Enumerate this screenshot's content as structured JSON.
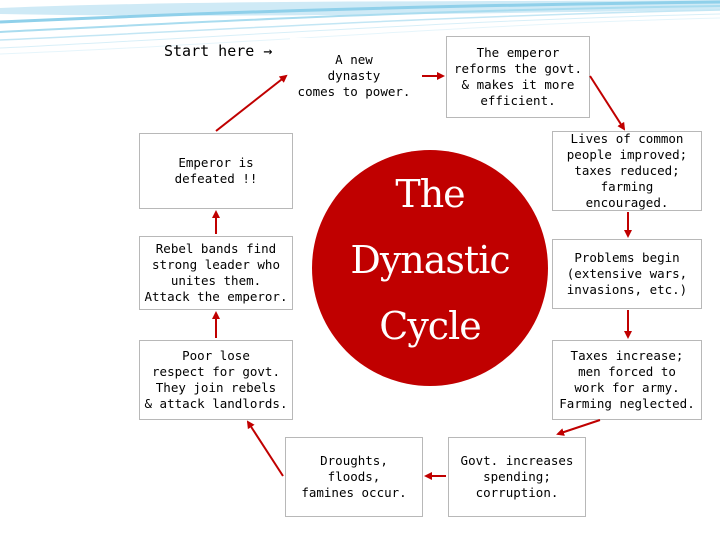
{
  "start_label": "Start here",
  "title": {
    "line1": "The",
    "line2": "Dynastic",
    "line3": "Cycle"
  },
  "stages": [
    {
      "id": "new-dynasty",
      "text": "A new\ndynasty\ncomes to power."
    },
    {
      "id": "reforms",
      "text": "The emperor\nreforms the govt.\n& makes it more\nefficient."
    },
    {
      "id": "lives-improved",
      "text": "Lives of common\npeople improved;\ntaxes reduced;\nfarming encouraged."
    },
    {
      "id": "problems-begin",
      "text": "Problems begin\n(extensive wars,\ninvasions, etc.)"
    },
    {
      "id": "taxes-increase",
      "text": "Taxes increase;\nmen forced to\nwork for army.\nFarming neglected."
    },
    {
      "id": "govt-spending",
      "text": "Govt. increases\nspending;\ncorruption."
    },
    {
      "id": "droughts",
      "text": "Droughts,\nfloods,\nfamines occur."
    },
    {
      "id": "lose-respect",
      "text": "Poor lose\nrespect for govt.\nThey join rebels\n& attack landlords."
    },
    {
      "id": "rebel-bands",
      "text": "Rebel bands find\nstrong leader who\nunites them.\nAttack the emperor."
    },
    {
      "id": "emperor-defeated",
      "text": "Emperor is\ndefeated !!"
    }
  ],
  "colors": {
    "circle": "#c00000",
    "arrow": "#c00000",
    "swoosh": "#8fd0ea",
    "box_border": "#b8b8b8"
  }
}
